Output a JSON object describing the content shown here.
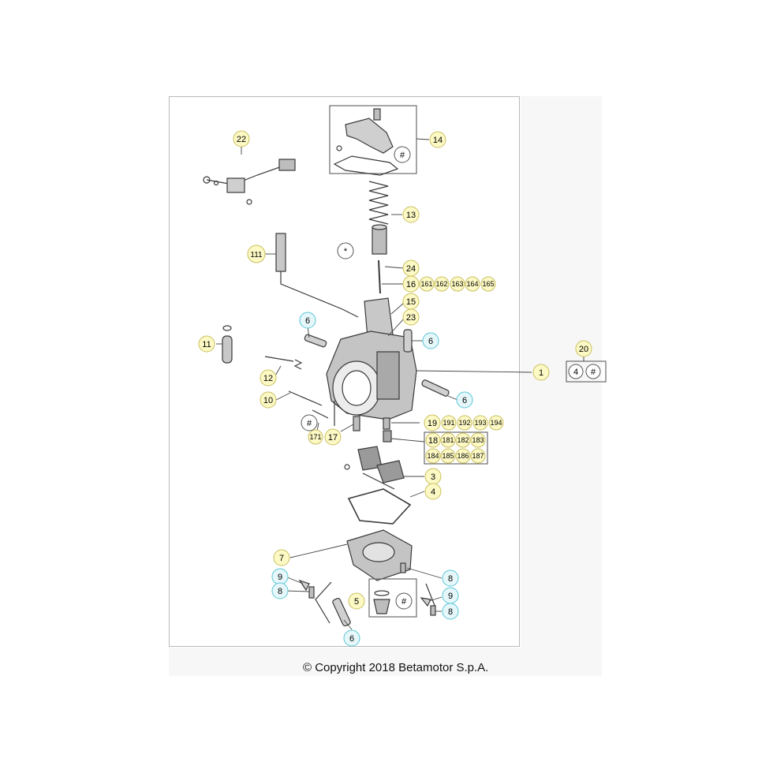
{
  "copyright": "© Copyright 2018 Betamotor S.p.A.",
  "colors": {
    "callout_yellow": "#fdf9c4",
    "callout_yellow_stroke": "#c9bf60",
    "callout_cyan": "#e6f7fa",
    "callout_cyan_stroke": "#58c6d8",
    "line": "#3a3a3a"
  },
  "callouts": {
    "c1": "1",
    "c3": "3",
    "c4": "4",
    "c5": "5",
    "c6": "6",
    "c7": "7",
    "c8": "8",
    "c9": "9",
    "c10": "10",
    "c11": "11",
    "c12": "12",
    "c13": "13",
    "c14": "14",
    "c15": "15",
    "c16": "16",
    "c17": "17",
    "c18": "18",
    "c19": "19",
    "c20": "20",
    "c22": "22",
    "c23": "23",
    "c24": "24",
    "c111": "111",
    "c161": "161",
    "c162": "162",
    "c163": "163",
    "c164": "164",
    "c165": "165",
    "c171": "171",
    "c181": "181",
    "c182": "182",
    "c183": "183",
    "c184": "184",
    "c185": "185",
    "c186": "186",
    "c187": "187",
    "c191": "191",
    "c192": "192",
    "c193": "193",
    "c194": "194",
    "hash": "#",
    "star": "*"
  }
}
